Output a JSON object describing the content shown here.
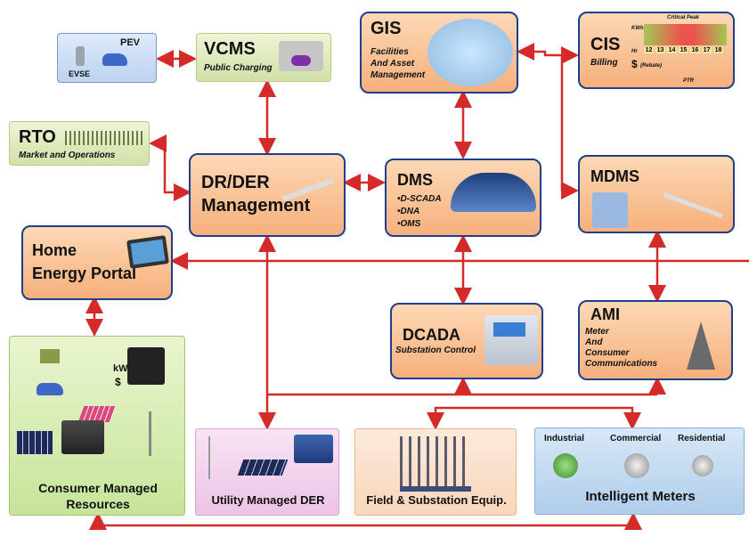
{
  "pev": {
    "label_pev": "PEV",
    "label_evse": "EVSE"
  },
  "vcms": {
    "title": "VCMS",
    "subtitle": "Public Charging"
  },
  "gis": {
    "title": "GIS",
    "subtitle_1": "Facilities",
    "subtitle_2": "And Asset",
    "subtitle_3": "Management"
  },
  "cis": {
    "title": "CIS",
    "subtitle": "Billing",
    "critical_peak": "Critical Peak",
    "kwh": "KWh",
    "hr": "Hr",
    "hours": [
      "12",
      "13",
      "14",
      "15",
      "16",
      "17",
      "18"
    ],
    "rebate_symbol": "$",
    "rebate": "(Rebate)",
    "ptr": "PTR"
  },
  "rto": {
    "title": "RTO",
    "subtitle": "Market and Operations"
  },
  "drder": {
    "title_1": "DR/DER",
    "title_2": "Management"
  },
  "dms": {
    "title": "DMS",
    "item_1": "•D-SCADA",
    "item_2": "•DNA",
    "item_3": "•OMS"
  },
  "mdms": {
    "title": "MDMS"
  },
  "hep": {
    "title_1": "Home",
    "title_2": "Energy Portal"
  },
  "dcada": {
    "title": "DCADA",
    "subtitle": "Substation Control"
  },
  "ami": {
    "title": "AMI",
    "sub_1": "Meter",
    "sub_2": "And",
    "sub_3": "Consumer",
    "sub_4": "Communications"
  },
  "consumer": {
    "label_1": "Consumer Managed",
    "label_2": "Resources",
    "kw": "kW",
    "dollar": "$"
  },
  "utility_der": {
    "label": "Utility Managed DER"
  },
  "field": {
    "label": "Field & Substation Equip."
  },
  "meters": {
    "industrial": "Industrial",
    "commercial": "Commercial",
    "residential": "Residential",
    "label": "Intelligent Meters"
  },
  "colors": {
    "arrow": "#d42a2a",
    "orange_border": "#1e3f8c"
  }
}
